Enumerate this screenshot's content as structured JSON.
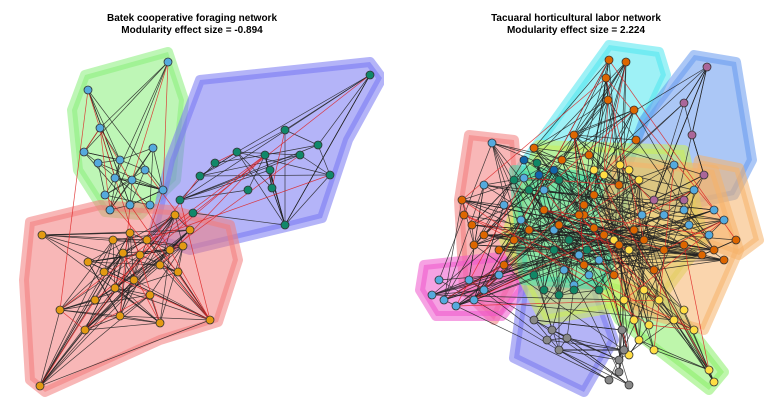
{
  "left": {
    "title": "Batek cooperative foraging network",
    "subtitle": "Modularity effect size = -0.894",
    "community_colors": [
      "#88ee7a",
      "#7777f2",
      "#f27b7b"
    ],
    "node_colors": [
      "#55aadd",
      "#11886a",
      "#e39a12"
    ]
  },
  "right": {
    "title": "Tacuaral horticultural labor network",
    "subtitle": "Modularity effect size = 2.224",
    "community_colors": [
      "#4ee6ee",
      "#6699ee",
      "#f27b7b",
      "#f5b26a",
      "#ee55cc",
      "#7777ee",
      "#88ee66",
      "#ccee55",
      "#44ddaa"
    ],
    "node_colors": [
      "#55aadd",
      "#dd6600",
      "#ffdd44",
      "#118866",
      "#aa6699",
      "#888888",
      "#1166aa"
    ]
  }
}
